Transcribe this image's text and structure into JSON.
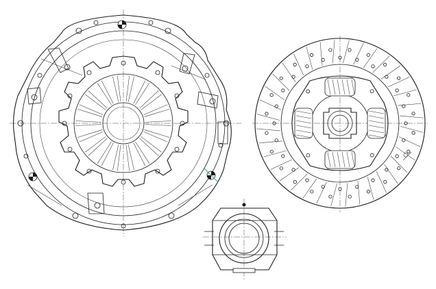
{
  "drawing": {
    "views": [
      {
        "id": "pressure-plate",
        "label": ""
      },
      {
        "id": "clutch-disc",
        "label": ""
      },
      {
        "id": "release-bearing",
        "label": ""
      }
    ]
  }
}
